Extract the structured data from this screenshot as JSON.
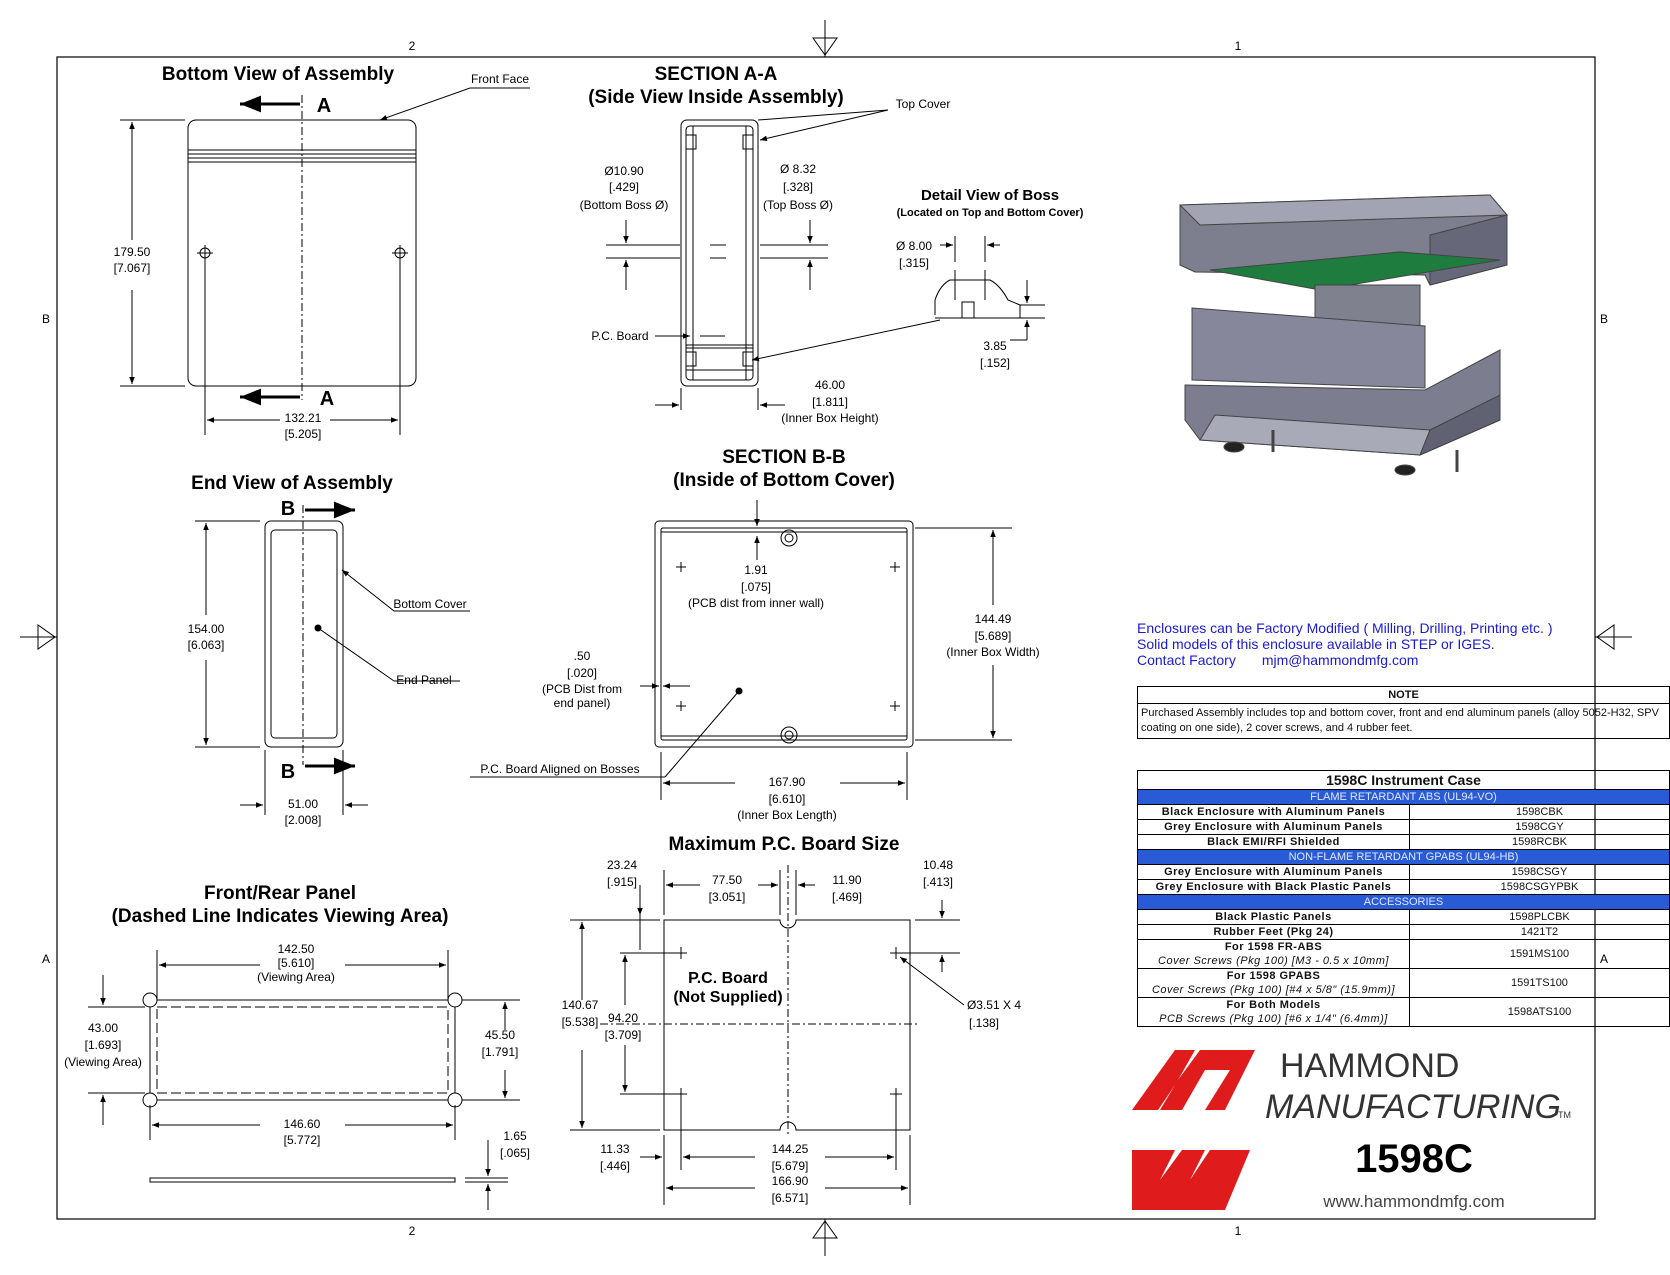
{
  "grid": {
    "col_top_left": "2",
    "col_top_right": "1",
    "row_b": "B",
    "row_a": "A"
  },
  "views": {
    "bottom_view": {
      "title": "Bottom View of Assembly",
      "front_face": "Front Face",
      "section_mark": "A",
      "height": "179.50",
      "height_in": "[7.067]",
      "width": "132.21",
      "width_in": "[5.205]"
    },
    "section_aa": {
      "title1": "SECTION A-A",
      "title2": "(Side View Inside Assembly)",
      "top_cover": "Top Cover",
      "bottom_boss": "Ø10.90",
      "bottom_boss_in": "[.429]",
      "bottom_boss_label": "(Bottom Boss Ø)",
      "top_boss": "Ø 8.32",
      "top_boss_in": "[.328]",
      "top_boss_label": "(Top Boss Ø)",
      "pc_board": "P.C. Board",
      "inner_height": "46.00",
      "inner_height_in": "[1.811]",
      "inner_height_label": "(Inner Box Height)"
    },
    "detail_boss": {
      "title": "Detail View of Boss",
      "subtitle": "(Located on Top and Bottom Cover)",
      "dia": "Ø 8.00",
      "dia_in": "[.315]",
      "depth": "3.85",
      "depth_in": "[.152]"
    },
    "end_view": {
      "title": "End View of Assembly",
      "section_mark": "B",
      "bottom_cover": "Bottom Cover",
      "end_panel": "End Panel",
      "height": "154.00",
      "height_in": "[6.063]",
      "width": "51.00",
      "width_in": "[2.008]"
    },
    "section_bb": {
      "title1": "SECTION B-B",
      "title2": "(Inside of Bottom Cover)",
      "pcb_wall": "1.91",
      "pcb_wall_in": "[.075]",
      "pcb_wall_label": "(PCB dist from inner wall)",
      "pcb_end": ".50",
      "pcb_end_in": "[.020]",
      "pcb_end_label1": "(PCB Dist from",
      "pcb_end_label2": "end panel)",
      "inner_width": "144.49",
      "inner_width_in": "[5.689]",
      "inner_width_label": "(Inner Box Width)",
      "inner_length": "167.90",
      "inner_length_in": "[6.610]",
      "inner_length_label": "(Inner Box Length)",
      "aligned": "P.C. Board Aligned on Bosses"
    },
    "panel": {
      "title1": "Front/Rear Panel",
      "title2": "(Dashed Line Indicates Viewing Area)",
      "view_w": "142.50",
      "view_w_in": "[5.610]",
      "view_w_label": "(Viewing Area)",
      "view_h": "43.00",
      "view_h_in": "[1.693]",
      "view_h_label": "(Viewing Area)",
      "h": "45.50",
      "h_in": "[1.791]",
      "w": "146.60",
      "w_in": "[5.772]",
      "t": "1.65",
      "t_in": "[.065]"
    },
    "pcb_size": {
      "title": "Maximum P.C. Board Size",
      "a": "23.24",
      "a_in": "[.915]",
      "b": "77.50",
      "b_in": "[3.051]",
      "c": "11.90",
      "c_in": "[.469]",
      "d": "10.48",
      "d_in": "[.413]",
      "label1": "P.C. Board",
      "label2": "(Not Supplied)",
      "h": "140.67",
      "h_in": "[5.538]",
      "hole_v": "94.20",
      "hole_v_in": "[3.709]",
      "hole": "Ø3.51 X 4",
      "hole_in": "[.138]",
      "e": "11.33",
      "e_in": "[.446]",
      "hole_h": "144.25",
      "hole_h_in": "[5.679]",
      "w": "166.90",
      "w_in": "[6.571]"
    }
  },
  "info": {
    "line1": "Enclosures can be Factory Modified ( Milling, Drilling, Printing etc. )",
    "line2": "Solid models of this enclosure available in STEP or IGES.",
    "line3": "Contact Factory",
    "email": "mjm@hammondmfg.com"
  },
  "note": {
    "header": "NOTE",
    "text": "Purchased Assembly includes top and bottom cover, front and end aluminum panels (alloy 5052-H32, SPV coating on one side), 2 cover screws, and 4 rubber feet."
  },
  "parts_table": {
    "title": "1598C Instrument Case",
    "sections": [
      {
        "header": "FLAME RETARDANT ABS (UL94-VO)",
        "rows": [
          {
            "name": "Black Enclosure with Aluminum Panels",
            "part": "1598CBK"
          },
          {
            "name": "Grey Enclosure with Aluminum Panels",
            "part": "1598CGY"
          },
          {
            "name": "Black EMI/RFI Shielded",
            "part": "1598RCBK"
          }
        ]
      },
      {
        "header": "NON-FLAME RETARDANT GPABS (UL94-HB)",
        "rows": [
          {
            "name": "Grey Enclosure with Aluminum Panels",
            "part": "1598CSGY"
          },
          {
            "name": "Grey Enclosure with Black Plastic Panels",
            "part": "1598CSGYPBK"
          }
        ]
      },
      {
        "header": "ACCESSORIES",
        "rows": [
          {
            "name": "Black Plastic Panels",
            "part": "1598PLCBK"
          },
          {
            "name": "Rubber Feet (Pkg 24)",
            "part": "1421T2"
          },
          {
            "name": "For 1598 FR-ABS",
            "sub": "Cover Screws (Pkg 100) [M3 - 0.5 x 10mm]",
            "part": "1591MS100"
          },
          {
            "name": "For 1598 GPABS",
            "sub": "Cover Screws (Pkg 100) [#4 x 5/8\" (15.9mm)]",
            "part": "1591TS100"
          },
          {
            "name": "For Both Models",
            "sub": "PCB Screws (Pkg 100) [#6 x 1/4\" (6.4mm)]",
            "part": "1598ATS100"
          }
        ]
      }
    ]
  },
  "title_block": {
    "company1": "HAMMOND",
    "company2": "MANUFACTURING",
    "tm": "TM",
    "model": "1598C",
    "url": "www.hammondmfg.com"
  },
  "colors": {
    "brand_red": "#e01b1b",
    "table_blue": "#2a5bd7",
    "info_blue": "#1a1ad0",
    "pcb_green": "#1e7d3e"
  }
}
